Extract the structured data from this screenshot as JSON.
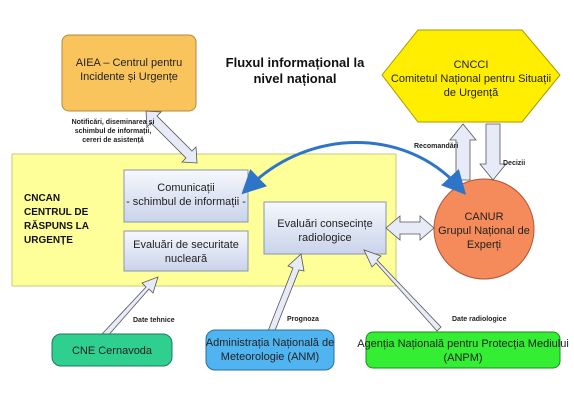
{
  "title": {
    "line1": "Fluxul informațional la",
    "line2": "nivel național"
  },
  "nodes": {
    "aiea": {
      "line1": "AIEA – Centrul pentru",
      "line2": "Incidente și Urgențe"
    },
    "cncci": {
      "line1": "CNCCI",
      "line2": "Comitetul Național pentru Situații",
      "line3": "de Urgență"
    },
    "cncan": {
      "line1": "CNCAN",
      "line2": "CENTRUL DE",
      "line3": "RĂSPUNS LA",
      "line4": "URGENȚE"
    },
    "comunicatii": {
      "line1": "Comunicații",
      "line2": "- schimbul de informații -"
    },
    "evaluari_securitate": {
      "line1": "Evaluări de securitate",
      "line2": "nucleară"
    },
    "evaluari_consecinte": {
      "line1": "Evaluări consecințe",
      "line2": "radiologice"
    },
    "canur": {
      "line1": "CANUR",
      "line2": "Grupul Național de",
      "line3": "Experți"
    },
    "cne": {
      "line1": "CNE Cernavoda"
    },
    "anm": {
      "line1": "Administrația Națională de",
      "line2": "Meteorologie (ANM)"
    },
    "anpm": {
      "line1": "Agenția Națională pentru Protecția Mediului",
      "line2": "(ANPM)"
    }
  },
  "edge_labels": {
    "notificari": {
      "line1": "Notificări, diseminarea și",
      "line2": "schimbul de informații,",
      "line3": "cereri de asistență"
    },
    "recomandari": "Recomandări",
    "decizii": "Decizii",
    "date_tehnice": "Date tehnice",
    "prognoza": "Prognoza",
    "date_radiologice": "Date radiologice"
  },
  "colors": {
    "aiea_fill": "#f9c45c",
    "cncci_fill": "#ffee00",
    "cncan_fill": "#ffff99",
    "inner_box_fill": "#dde3f2",
    "canur_fill": "#f58a5a",
    "cne_fill": "#2fcf8f",
    "anm_fill": "#4fb4f0",
    "anpm_fill": "#33ee33",
    "arrow_fill": "#e6ebf7",
    "curve": "#2e75c8"
  }
}
